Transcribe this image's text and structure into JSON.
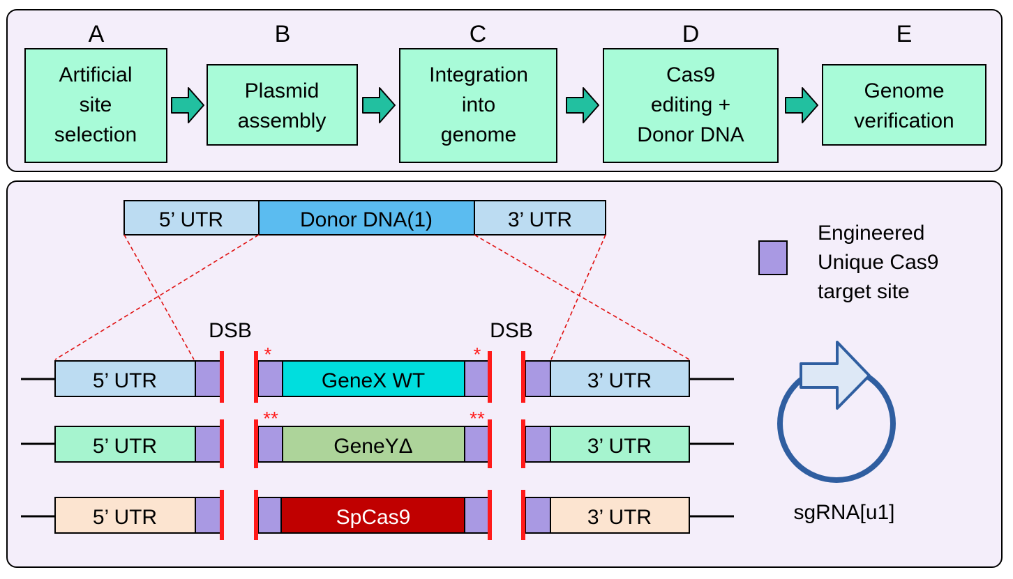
{
  "workflow": {
    "steps": [
      {
        "letter": "A",
        "lines": [
          "Artificial",
          "site",
          "selection"
        ]
      },
      {
        "letter": "B",
        "lines": [
          "Plasmid",
          "assembly"
        ]
      },
      {
        "letter": "C",
        "lines": [
          "Integration",
          "into",
          "genome"
        ]
      },
      {
        "letter": "D",
        "lines": [
          "Cas9",
          "editing +",
          "Donor DNA"
        ]
      },
      {
        "letter": "E",
        "lines": [
          "Genome",
          "verification"
        ]
      }
    ]
  },
  "donor": {
    "utr5": "5’ UTR",
    "dna": "Donor DNA(1)",
    "utr3": "3’ UTR"
  },
  "legend": {
    "lines": [
      "Engineered",
      "Unique Cas9",
      "target site"
    ]
  },
  "dsb": {
    "left": "DSB",
    "right": "DSB"
  },
  "loci": [
    {
      "utr5": "5’ UTR",
      "gene": "GeneX WT",
      "utr3": "3’ UTR",
      "mark": "*"
    },
    {
      "utr5": "5’ UTR",
      "gene": "GeneYΔ",
      "utr3": "3’ UTR",
      "mark": "**"
    },
    {
      "utr5": "5’ UTR",
      "gene": "SpCas9",
      "utr3": "3’ UTR",
      "mark": ""
    }
  ],
  "plasmid": {
    "label": "sgRNA[u1]"
  },
  "colors": {
    "panel_bg": "#f4eefa",
    "step_box": "#a8fbd8",
    "arrow": "#22c0a0",
    "target_site": "#a999e3",
    "dsb": "#ff1a1a",
    "donor_utr": "#bcdcf2",
    "donor_dna": "#5bbcf0",
    "row1_utr": "#bcdcf2",
    "row1_gene": "#00dede",
    "row2_utr": "#a6f4cf",
    "row2_gene": "#add49a",
    "row3_utr": "#fce4d0",
    "row3_gene": "#c00000",
    "plasmid_ring": "#2f5ea0",
    "plasmid_arrow": "#dde8f6"
  }
}
